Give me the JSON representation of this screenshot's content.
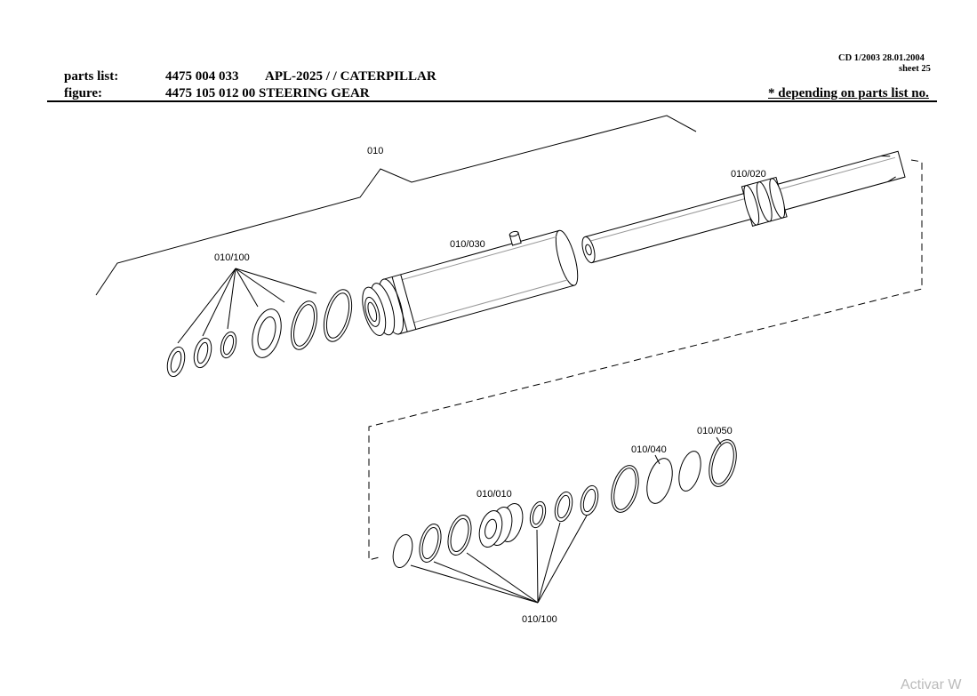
{
  "header": {
    "cd_date": "CD 1/2003 28.01.2004",
    "sheet": "sheet 25",
    "parts_list_label": "parts list:",
    "parts_list_no": "4475 004 033",
    "parts_list_desc": "APL-2025 /  / CATERPILLAR",
    "figure_label": "figure:",
    "figure_value": "4475 105 012 00 STEERING GEAR",
    "note": "*  depending on parts list no."
  },
  "diagram": {
    "labels": {
      "assembly": "010",
      "rod": "010/020",
      "tube": "010/030",
      "seals_top": "010/100",
      "piston": "010/010",
      "ring_040": "010/040",
      "ring_050": "010/050",
      "seals_bottom": "010/100"
    }
  },
  "watermark": "Activar W"
}
